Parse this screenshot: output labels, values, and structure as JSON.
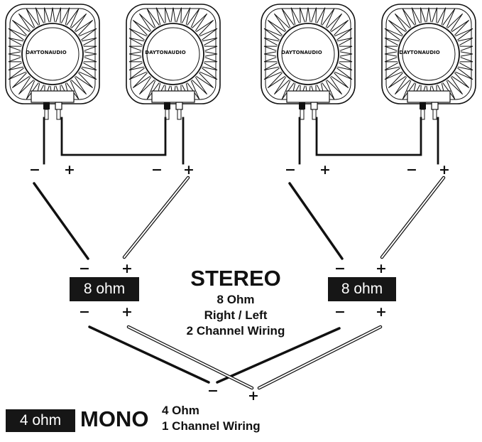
{
  "brand": "DAYTONAUDIO",
  "signs": {
    "minus": "−",
    "plus": "+"
  },
  "stereo": {
    "title": "STEREO",
    "lines": [
      "8 Ohm",
      "Right / Left",
      "2 Channel Wiring"
    ],
    "box_left": "8 ohm",
    "box_right": "8 ohm"
  },
  "mono": {
    "box": "4 ohm",
    "title": "MONO",
    "lines": [
      "4 Ohm",
      "1 Channel Wiring"
    ]
  },
  "colors": {
    "ink": "#111111",
    "box_bg": "#161616",
    "box_text": "#ffffff"
  }
}
